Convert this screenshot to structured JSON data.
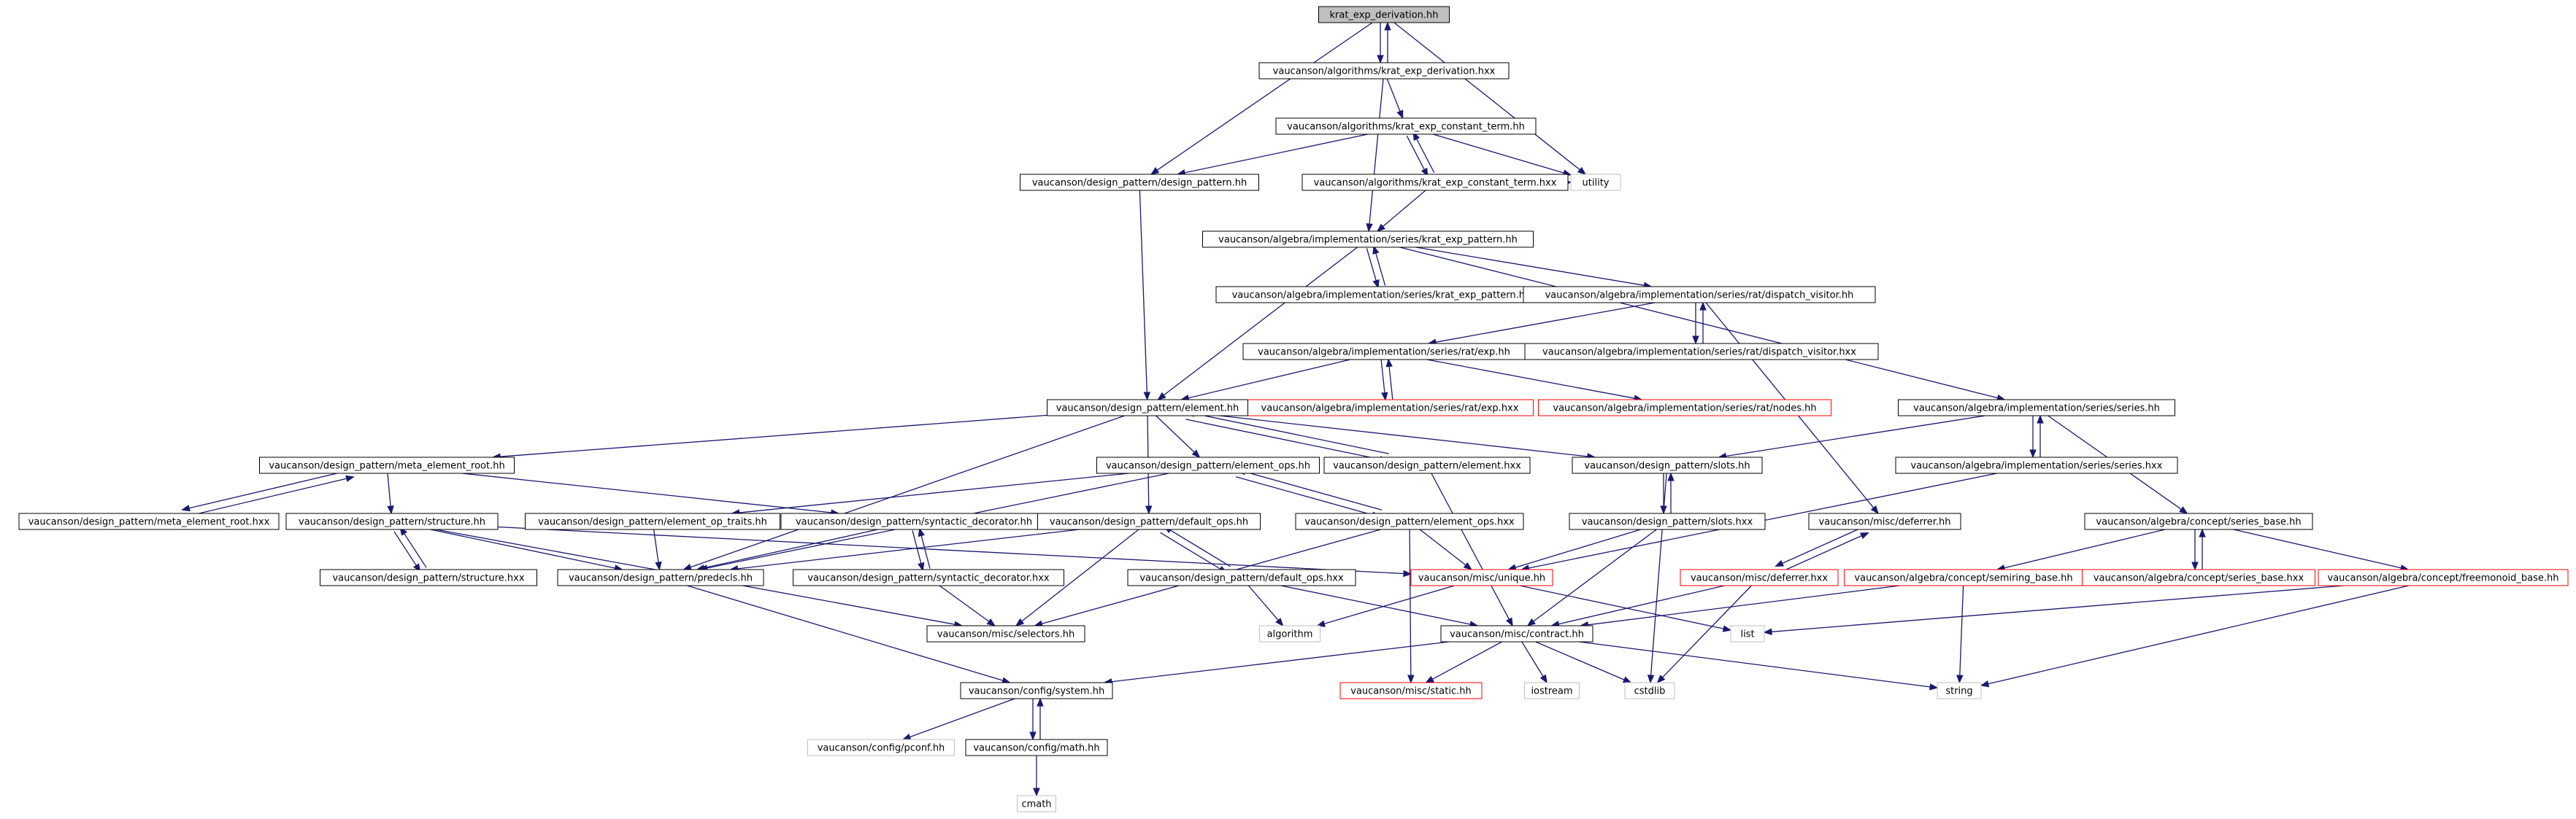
{
  "colors": {
    "edge": "#191970",
    "box_border": "#000000",
    "focus_fill": "#bfbfbf",
    "incomplete_border": "#ff0000",
    "system_border": "#bfbfbf",
    "text": "#000000"
  },
  "nodes": [
    {
      "id": "n_kd_hh",
      "label": "krat_exp_derivation.hh",
      "kind": "focus"
    },
    {
      "id": "n_kd_hxx",
      "label": "vaucanson/algorithms/krat_exp_derivation.hxx",
      "kind": "normal"
    },
    {
      "id": "n_kc_hh",
      "label": "vaucanson/algorithms/krat_exp_constant_term.hh",
      "kind": "normal"
    },
    {
      "id": "n_utility",
      "label": "utility",
      "kind": "system"
    },
    {
      "id": "n_dp_hh",
      "label": "vaucanson/design_pattern/design_pattern.hh",
      "kind": "normal"
    },
    {
      "id": "n_kc_hxx",
      "label": "vaucanson/algorithms/krat_exp_constant_term.hxx",
      "kind": "normal"
    },
    {
      "id": "n_kp_hh",
      "label": "vaucanson/algebra/implementation/series/krat_exp_pattern.hh",
      "kind": "normal"
    },
    {
      "id": "n_kp_hxx",
      "label": "vaucanson/algebra/implementation/series/krat_exp_pattern.hxx",
      "kind": "normal"
    },
    {
      "id": "n_dv_hh",
      "label": "vaucanson/algebra/implementation/series/rat/dispatch_visitor.hh",
      "kind": "normal"
    },
    {
      "id": "n_dv_hxx",
      "label": "vaucanson/algebra/implementation/series/rat/dispatch_visitor.hxx",
      "kind": "normal"
    },
    {
      "id": "n_exp_hh",
      "label": "vaucanson/algebra/implementation/series/rat/exp.hh",
      "kind": "normal"
    },
    {
      "id": "n_exp_hxx",
      "label": "vaucanson/algebra/implementation/series/rat/exp.hxx",
      "kind": "incomplete"
    },
    {
      "id": "n_nodes_hh",
      "label": "vaucanson/algebra/implementation/series/rat/nodes.hh",
      "kind": "incomplete"
    },
    {
      "id": "n_el_hh",
      "label": "vaucanson/design_pattern/element.hh",
      "kind": "normal"
    },
    {
      "id": "n_ser_hh",
      "label": "vaucanson/algebra/implementation/series/series.hh",
      "kind": "normal"
    },
    {
      "id": "n_mer_hh",
      "label": "vaucanson/design_pattern/meta_element_root.hh",
      "kind": "normal"
    },
    {
      "id": "n_elops_hh",
      "label": "vaucanson/design_pattern/element_ops.hh",
      "kind": "normal"
    },
    {
      "id": "n_el_hxx",
      "label": "vaucanson/design_pattern/element.hxx",
      "kind": "normal"
    },
    {
      "id": "n_slots_hh",
      "label": "vaucanson/design_pattern/slots.hh",
      "kind": "normal"
    },
    {
      "id": "n_ser_hxx",
      "label": "vaucanson/algebra/implementation/series/series.hxx",
      "kind": "normal"
    },
    {
      "id": "n_mer_hxx",
      "label": "vaucanson/design_pattern/meta_element_root.hxx",
      "kind": "normal"
    },
    {
      "id": "n_str_hh",
      "label": "vaucanson/design_pattern/structure.hh",
      "kind": "normal"
    },
    {
      "id": "n_eot_hh",
      "label": "vaucanson/design_pattern/element_op_traits.hh",
      "kind": "normal"
    },
    {
      "id": "n_sd_hh",
      "label": "vaucanson/design_pattern/syntactic_decorator.hh",
      "kind": "normal"
    },
    {
      "id": "n_dops_hh",
      "label": "vaucanson/design_pattern/default_ops.hh",
      "kind": "normal"
    },
    {
      "id": "n_elops_hxx",
      "label": "vaucanson/design_pattern/element_ops.hxx",
      "kind": "normal"
    },
    {
      "id": "n_slots_hxx",
      "label": "vaucanson/design_pattern/slots.hxx",
      "kind": "normal"
    },
    {
      "id": "n_def_hh",
      "label": "vaucanson/misc/deferrer.hh",
      "kind": "normal"
    },
    {
      "id": "n_sb_hh",
      "label": "vaucanson/algebra/concept/series_base.hh",
      "kind": "normal"
    },
    {
      "id": "n_str_hxx",
      "label": "vaucanson/design_pattern/structure.hxx",
      "kind": "normal"
    },
    {
      "id": "n_pre_hh",
      "label": "vaucanson/design_pattern/predecls.hh",
      "kind": "normal"
    },
    {
      "id": "n_sd_hxx",
      "label": "vaucanson/design_pattern/syntactic_decorator.hxx",
      "kind": "normal"
    },
    {
      "id": "n_dops_hxx",
      "label": "vaucanson/design_pattern/default_ops.hxx",
      "kind": "normal"
    },
    {
      "id": "n_uni_hh",
      "label": "vaucanson/misc/unique.hh",
      "kind": "incomplete"
    },
    {
      "id": "n_def_hxx",
      "label": "vaucanson/misc/deferrer.hxx",
      "kind": "incomplete"
    },
    {
      "id": "n_srb_hh",
      "label": "vaucanson/algebra/concept/semiring_base.hh",
      "kind": "incomplete"
    },
    {
      "id": "n_sb_hxx",
      "label": "vaucanson/algebra/concept/series_base.hxx",
      "kind": "incomplete"
    },
    {
      "id": "n_fmb_hh",
      "label": "vaucanson/algebra/concept/freemonoid_base.hh",
      "kind": "incomplete"
    },
    {
      "id": "n_sel_hh",
      "label": "vaucanson/misc/selectors.hh",
      "kind": "normal"
    },
    {
      "id": "n_algorithm",
      "label": "algorithm",
      "kind": "system"
    },
    {
      "id": "n_con_hh",
      "label": "vaucanson/misc/contract.hh",
      "kind": "normal"
    },
    {
      "id": "n_list",
      "label": "list",
      "kind": "system"
    },
    {
      "id": "n_sys_hh",
      "label": "vaucanson/config/system.hh",
      "kind": "normal"
    },
    {
      "id": "n_static_hh",
      "label": "vaucanson/misc/static.hh",
      "kind": "incomplete"
    },
    {
      "id": "n_iostream",
      "label": "iostream",
      "kind": "system"
    },
    {
      "id": "n_cstdlib",
      "label": "cstdlib",
      "kind": "system"
    },
    {
      "id": "n_string",
      "label": "string",
      "kind": "system"
    },
    {
      "id": "n_pconf_hh",
      "label": "vaucanson/config/pconf.hh",
      "kind": "system"
    },
    {
      "id": "n_math_hh",
      "label": "vaucanson/config/math.hh",
      "kind": "normal"
    },
    {
      "id": "n_cmath",
      "label": "cmath",
      "kind": "system"
    }
  ],
  "edges": [
    [
      "n_kd_hh",
      "n_kd_hxx"
    ],
    [
      "n_kd_hxx",
      "n_kd_hh"
    ],
    [
      "n_kd_hh",
      "n_dp_hh"
    ],
    [
      "n_kd_hh",
      "n_utility"
    ],
    [
      "n_kd_hxx",
      "n_kc_hh"
    ],
    [
      "n_kd_hxx",
      "n_kp_hh"
    ],
    [
      "n_kc_hh",
      "n_kc_hxx"
    ],
    [
      "n_kc_hxx",
      "n_kc_hh"
    ],
    [
      "n_kc_hh",
      "n_dp_hh"
    ],
    [
      "n_kc_hh",
      "n_utility"
    ],
    [
      "n_kc_hxx",
      "n_utility"
    ],
    [
      "n_kc_hxx",
      "n_kp_hh"
    ],
    [
      "n_dp_hh",
      "n_el_hh"
    ],
    [
      "n_kp_hh",
      "n_kp_hxx"
    ],
    [
      "n_kp_hxx",
      "n_kp_hh"
    ],
    [
      "n_kp_hh",
      "n_dv_hh"
    ],
    [
      "n_kp_hh",
      "n_el_hh"
    ],
    [
      "n_kp_hh",
      "n_ser_hh"
    ],
    [
      "n_dv_hh",
      "n_dv_hxx"
    ],
    [
      "n_dv_hxx",
      "n_dv_hh"
    ],
    [
      "n_dv_hh",
      "n_exp_hh"
    ],
    [
      "n_dv_hh",
      "n_def_hh"
    ],
    [
      "n_exp_hh",
      "n_exp_hxx"
    ],
    [
      "n_exp_hxx",
      "n_exp_hh"
    ],
    [
      "n_exp_hh",
      "n_nodes_hh"
    ],
    [
      "n_exp_hh",
      "n_el_hh"
    ],
    [
      "n_el_hh",
      "n_mer_hh"
    ],
    [
      "n_el_hh",
      "n_elops_hh"
    ],
    [
      "n_el_hh",
      "n_el_hxx"
    ],
    [
      "n_el_hxx",
      "n_el_hh"
    ],
    [
      "n_el_hh",
      "n_slots_hh"
    ],
    [
      "n_el_hh",
      "n_dops_hh"
    ],
    [
      "n_el_hh",
      "n_pre_hh"
    ],
    [
      "n_ser_hh",
      "n_ser_hxx"
    ],
    [
      "n_ser_hxx",
      "n_ser_hh"
    ],
    [
      "n_ser_hh",
      "n_slots_hh"
    ],
    [
      "n_ser_hh",
      "n_sb_hh"
    ],
    [
      "n_ser_hxx",
      "n_uni_hh"
    ],
    [
      "n_mer_hh",
      "n_mer_hxx"
    ],
    [
      "n_mer_hxx",
      "n_mer_hh"
    ],
    [
      "n_mer_hh",
      "n_str_hh"
    ],
    [
      "n_mer_hh",
      "n_sd_hh"
    ],
    [
      "n_elops_hh",
      "n_elops_hxx"
    ],
    [
      "n_elops_hxx",
      "n_elops_hh"
    ],
    [
      "n_elops_hh",
      "n_eot_hh"
    ],
    [
      "n_elops_hh",
      "n_pre_hh"
    ],
    [
      "n_el_hxx",
      "n_con_hh"
    ],
    [
      "n_slots_hh",
      "n_slots_hxx"
    ],
    [
      "n_slots_hxx",
      "n_slots_hh"
    ],
    [
      "n_slots_hh",
      "n_cstdlib"
    ],
    [
      "n_slots_hxx",
      "n_uni_hh"
    ],
    [
      "n_slots_hxx",
      "n_con_hh"
    ],
    [
      "n_str_hh",
      "n_str_hxx"
    ],
    [
      "n_str_hxx",
      "n_str_hh"
    ],
    [
      "n_str_hh",
      "n_pre_hh"
    ],
    [
      "n_str_hh",
      "n_sel_hh"
    ],
    [
      "n_str_hh",
      "n_uni_hh"
    ],
    [
      "n_eot_hh",
      "n_pre_hh"
    ],
    [
      "n_sd_hh",
      "n_pre_hh"
    ],
    [
      "n_sd_hh",
      "n_sd_hxx"
    ],
    [
      "n_sd_hxx",
      "n_sd_hh"
    ],
    [
      "n_sd_hxx",
      "n_sel_hh"
    ],
    [
      "n_dops_hh",
      "n_dops_hxx"
    ],
    [
      "n_dops_hxx",
      "n_dops_hh"
    ],
    [
      "n_dops_hh",
      "n_pre_hh"
    ],
    [
      "n_dops_hh",
      "n_sel_hh"
    ],
    [
      "n_dops_hxx",
      "n_algorithm"
    ],
    [
      "n_dops_hxx",
      "n_con_hh"
    ],
    [
      "n_elops_hxx",
      "n_sel_hh"
    ],
    [
      "n_elops_hxx",
      "n_uni_hh"
    ],
    [
      "n_elops_hxx",
      "n_static_hh"
    ],
    [
      "n_def_hh",
      "n_def_hxx"
    ],
    [
      "n_def_hxx",
      "n_def_hh"
    ],
    [
      "n_def_hxx",
      "n_cstdlib"
    ],
    [
      "n_def_hxx",
      "n_con_hh"
    ],
    [
      "n_sb_hh",
      "n_sb_hxx"
    ],
    [
      "n_sb_hxx",
      "n_sb_hh"
    ],
    [
      "n_sb_hh",
      "n_srb_hh"
    ],
    [
      "n_sb_hh",
      "n_fmb_hh"
    ],
    [
      "n_srb_hh",
      "n_string"
    ],
    [
      "n_srb_hh",
      "n_con_hh"
    ],
    [
      "n_fmb_hh",
      "n_string"
    ],
    [
      "n_fmb_hh",
      "n_list"
    ],
    [
      "n_pre_hh",
      "n_sys_hh"
    ],
    [
      "n_uni_hh",
      "n_list"
    ],
    [
      "n_uni_hh",
      "n_algorithm"
    ],
    [
      "n_con_hh",
      "n_sys_hh"
    ],
    [
      "n_con_hh",
      "n_static_hh"
    ],
    [
      "n_con_hh",
      "n_iostream"
    ],
    [
      "n_con_hh",
      "n_cstdlib"
    ],
    [
      "n_con_hh",
      "n_string"
    ],
    [
      "n_sys_hh",
      "n_pconf_hh"
    ],
    [
      "n_sys_hh",
      "n_math_hh"
    ],
    [
      "n_math_hh",
      "n_sys_hh"
    ],
    [
      "n_math_hh",
      "n_cmath"
    ]
  ]
}
